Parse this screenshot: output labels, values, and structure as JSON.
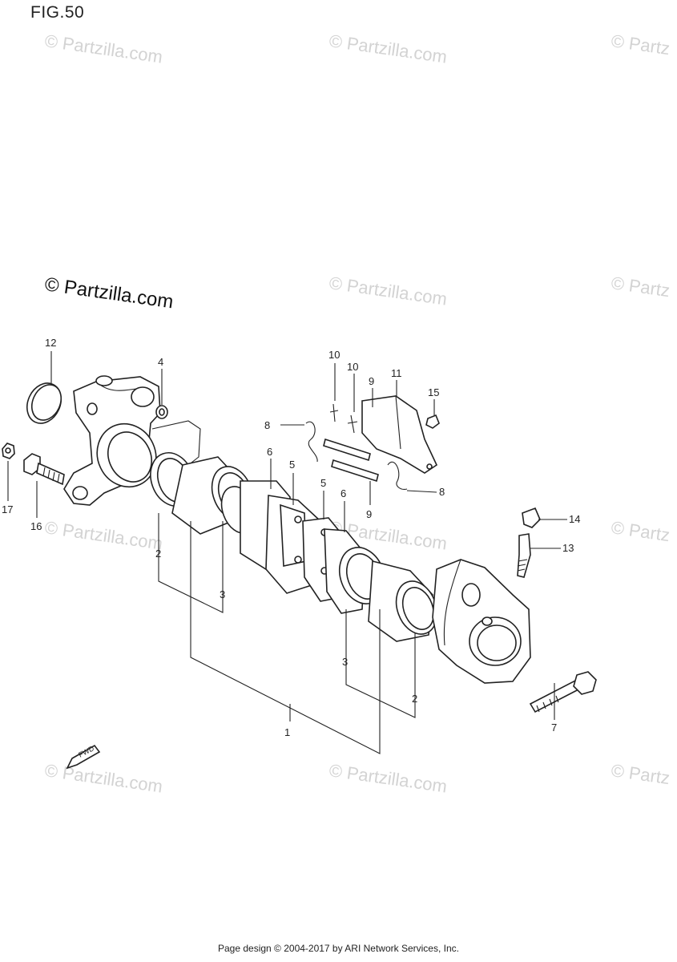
{
  "figure_title": "FIG.50",
  "watermark_text": "© Partzilla.com",
  "watermark_partial": "© Partz",
  "callouts": {
    "c1": "1",
    "c2a": "2",
    "c2b": "2",
    "c3a": "3",
    "c3b": "3",
    "c4": "4",
    "c5a": "5",
    "c5b": "5",
    "c6a": "6",
    "c6b": "6",
    "c7": "7",
    "c8a": "8",
    "c8b": "8",
    "c9a": "9",
    "c9b": "9",
    "c10a": "10",
    "c10b": "10",
    "c11": "11",
    "c12": "12",
    "c13": "13",
    "c14": "14",
    "c15": "15",
    "c16": "16",
    "c17": "17"
  },
  "fwd_label": "FWD",
  "footer": "Page design © 2004-2017 by ARI Network Services, Inc."
}
